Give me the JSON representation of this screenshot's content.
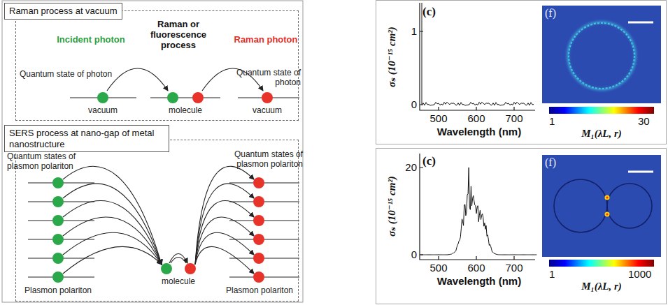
{
  "diagram": {
    "nodes": [
      {
        "text": [
          "Raman process at vacuum"
        ]
      },
      {
        "text": [
          "SERS process at nano-gap of metal nanostructure"
        ]
      },
      {
        "text": [
          "(c)"
        ]
      },
      {
        "text": [
          "(c)"
        ]
      },
      {
        "text": [
          "(f)"
        ],
        "in": 2
      },
      {
        "text": [
          "(f)"
        ],
        "in": 3
      }
    ],
    "labels": [
      "Incident photon",
      "Raman or fluorescence process",
      "Raman photon",
      "Quantum state of photon",
      "vacuum",
      "molecule",
      "Quantum state of photon",
      "vacuum",
      "Quantum states of plasmon polariton",
      "Plasmon polariton",
      "molecule",
      "Quantum states of plasmon polariton",
      "Plasmon polariton",
      "1",
      "0",
      "500",
      "600",
      "700",
      "Wavelength (nm)",
      "σₛ (10⁻¹⁵ cm²)",
      "1",
      "30",
      "M₁(λL, r)",
      "20",
      "0",
      "500",
      "600",
      "700",
      "Wavelength (nm)",
      "σₛ (10⁻¹⁵ cm²)",
      "1",
      "1000",
      "M₁(λL, r)"
    ]
  }
}
